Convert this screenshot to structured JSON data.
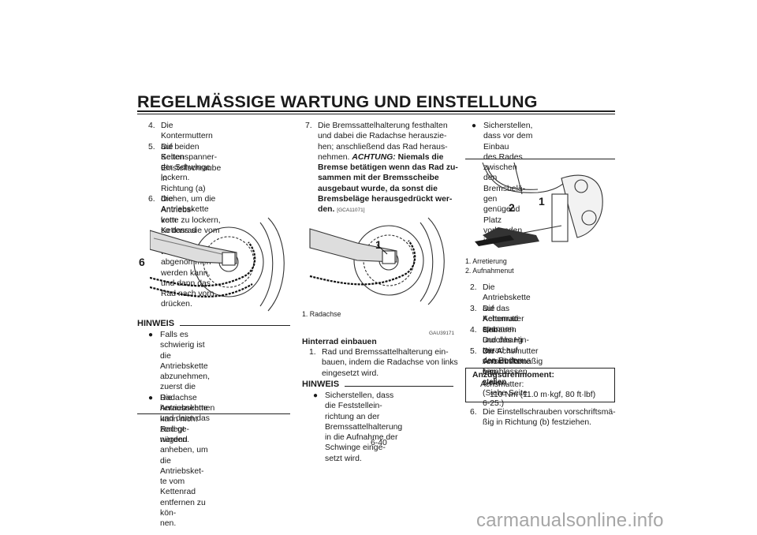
{
  "header": {
    "title": "REGELMÄSSIGE WARTUNG UND EINSTELLUNG",
    "chapter_tab": "6"
  },
  "col1": {
    "steps": [
      {
        "num": "4.",
        "lines": [
          "Die Kontermuttern auf beiden Seiten",
          "der Schwinge lockern."
        ]
      },
      {
        "num": "5.",
        "lines": [
          "Die Kettenspanner-Einstellschraube in",
          "Richtung (a) drehen, um die Antriebs-",
          "kette zu lockern, so dass sie vom Ket-",
          "tenrad abgenommen werden kann,",
          "und dann das Rad nach vorn drücken."
        ]
      },
      {
        "num": "6.",
        "lines": [
          "Die Antriebskette vom Kettenrad ab-",
          "nehmen."
        ]
      }
    ],
    "hinweis_title": "HINWEIS",
    "bullets": [
      {
        "lines": [
          "Falls es schwierig ist die Antriebskette",
          "abzunehmen, zuerst die Radachse",
          "herausnehmen und dann das Rad ge-",
          "nügend anheben, um die Antriebsket-",
          "te vom Kettenrad entfernen zu kön-",
          "nen."
        ]
      },
      {
        "lines": [
          "Die Antriebskette kann nicht zerlegt",
          "werden."
        ]
      }
    ]
  },
  "col2": {
    "step7_num": "7.",
    "step7_lines": [
      "Die Bremssattelhalterung festhalten",
      "und dabei die Radachse herauszie-",
      "hen; anschließend das Rad heraus-"
    ],
    "step7_line4_plain": "nehmen. ",
    "step7_achtung": "ACHTUNG:",
    "step7_line4_bold": " Niemals die",
    "step7_bold_lines": [
      "Bremse betätigen wenn das Rad zu-",
      "sammen mit der Bremsscheibe",
      "ausgebaut wurde, da sonst die",
      "Bremsbeläge herausgedrückt wer-"
    ],
    "step7_last_bold": "den.",
    "step7_code": "[GCA11071]",
    "image_label": "1",
    "caption": "1.  Radachse",
    "section_code": "GAU39171",
    "section_title": "Hinterrad einbauen",
    "step1_num": "1.",
    "step1_lines": [
      "Rad und Bremssattelhalterung ein-",
      "bauen, indem die Radachse von links",
      "eingesetzt wird."
    ],
    "hinweis_title": "HINWEIS",
    "bullet_lines": [
      "Sicherstellen, dass die Feststellein-",
      "richtung an der Bremssattelhalterung",
      "in die Aufnahme der Schwinge einge-",
      "setzt wird."
    ]
  },
  "col3": {
    "bullet_lines": [
      "Sicherstellen, dass vor dem Einbau",
      "des Rades zwischen den Bremsbelä-",
      "gen genügend Platz vorhanden ist."
    ],
    "image_labels": [
      "2",
      "1"
    ],
    "captions": [
      "1.  Arretierung",
      "2.  Aufnahmenut"
    ],
    "steps": [
      {
        "num": "2.",
        "lines": [
          "Die Antriebskette auf das Kettenrad",
          "spannen."
        ]
      },
      {
        "num": "3.",
        "lines": [
          "Die Achsmutter einbauen und das Hin-",
          "terrad auf den Boden herablassen."
        ]
      },
      {
        "num": "4.",
        "lines": [
          "Den Durchhang der Antriebskette ein-",
          "stellen. (Siehe Seite 6-25.)"
        ]
      },
      {
        "num": "5.",
        "lines": [
          "Die Achsmutter vorschriftsmäßig fest-",
          "ziehen."
        ]
      }
    ],
    "torque_title": "Anzugsdrehmoment:",
    "torque_item": "Achsmutter:",
    "torque_value": "110 Nm (11.0 m·kgf, 80 ft·lbf)",
    "step6_num": "6.",
    "step6_lines": [
      "Die Einstellschrauben vorschriftsmä-",
      "ßig in Richtung (b) festziehen."
    ]
  },
  "page_number": "6-40",
  "footer": "carmanualsonline.info"
}
